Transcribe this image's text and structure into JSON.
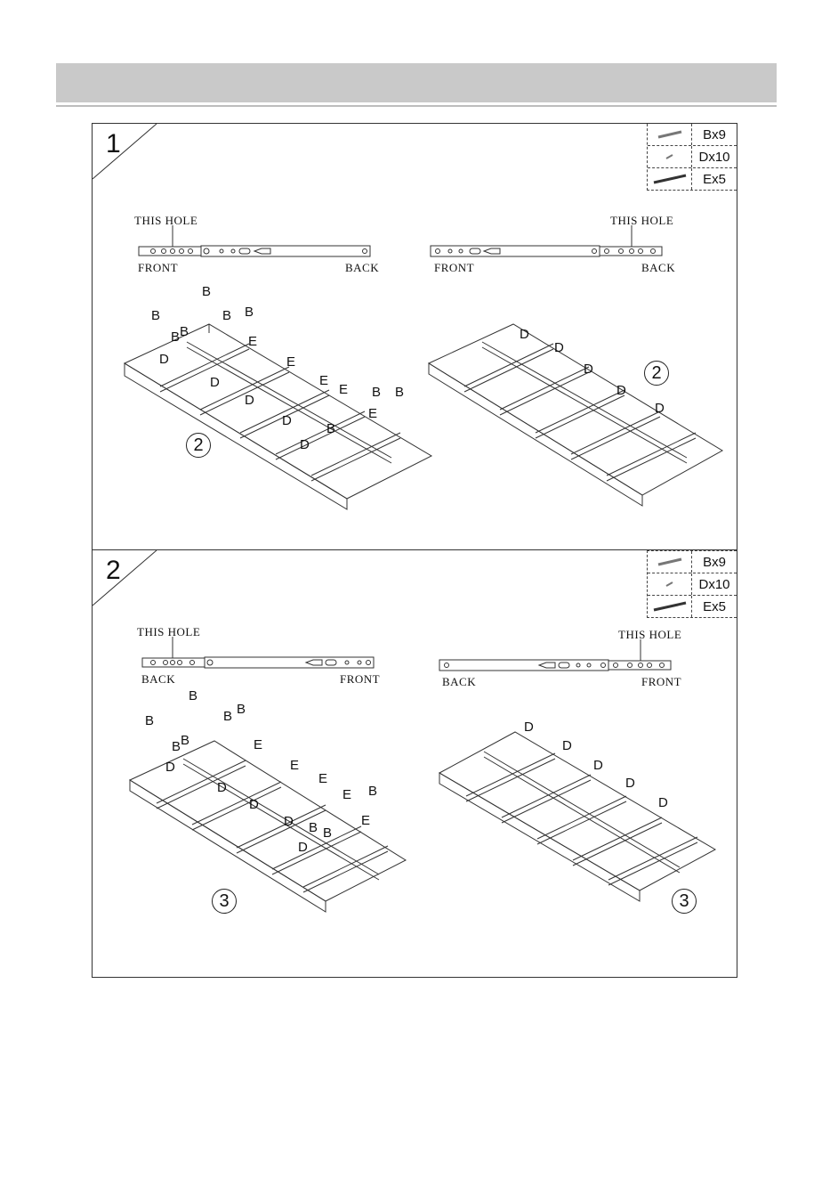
{
  "steps": [
    {
      "number": "1",
      "parts": [
        {
          "icon": "bolt-icon",
          "label": "Bx9"
        },
        {
          "icon": "screw-icon",
          "label": "Dx10"
        },
        {
          "icon": "rail-icon",
          "label": "Ex5"
        }
      ],
      "left_rail": {
        "hole_label": "THIS HOLE",
        "end_left": "FRONT",
        "end_right": "BACK"
      },
      "right_rail": {
        "hole_label": "THIS HOLE",
        "end_left": "FRONT",
        "end_right": "BACK"
      },
      "left_badge": "2",
      "right_badge": "2"
    },
    {
      "number": "2",
      "parts": [
        {
          "icon": "bolt-icon",
          "label": "Bx9"
        },
        {
          "icon": "screw-icon",
          "label": "Dx10"
        },
        {
          "icon": "rail-icon",
          "label": "Ex5"
        }
      ],
      "left_rail": {
        "hole_label": "THIS HOLE",
        "end_left": "BACK",
        "end_right": "FRONT"
      },
      "right_rail": {
        "hole_label": "THIS HOLE",
        "end_left": "BACK",
        "end_right": "FRONT"
      },
      "left_badge": "3",
      "right_badge": "3"
    }
  ],
  "callouts": {
    "bolt": "B",
    "screw": "D",
    "rail": "E"
  }
}
